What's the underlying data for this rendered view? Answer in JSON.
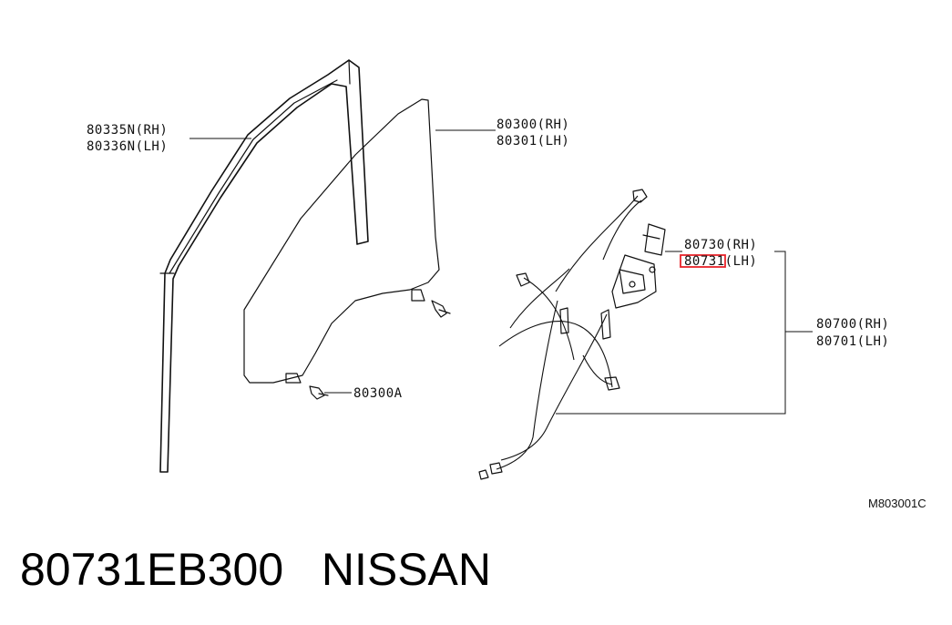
{
  "callouts": {
    "sash_rh": "80335N(RH)",
    "sash_lh": "80336N(LH)",
    "glass_rh": "80300(RH)",
    "glass_lh": "80301(LH)",
    "motor_rh": "80730(RH)",
    "motor_lh": "80731(LH)",
    "regulator_rh": "80700(RH)",
    "regulator_lh": "80701(LH)",
    "glass_bolt": "80300A"
  },
  "diagram_code": "M803001C",
  "caption": {
    "part_number": "80731EB300",
    "brand": "NISSAN"
  },
  "highlight": {
    "target": "motor_lh",
    "color": "#e8232a"
  }
}
